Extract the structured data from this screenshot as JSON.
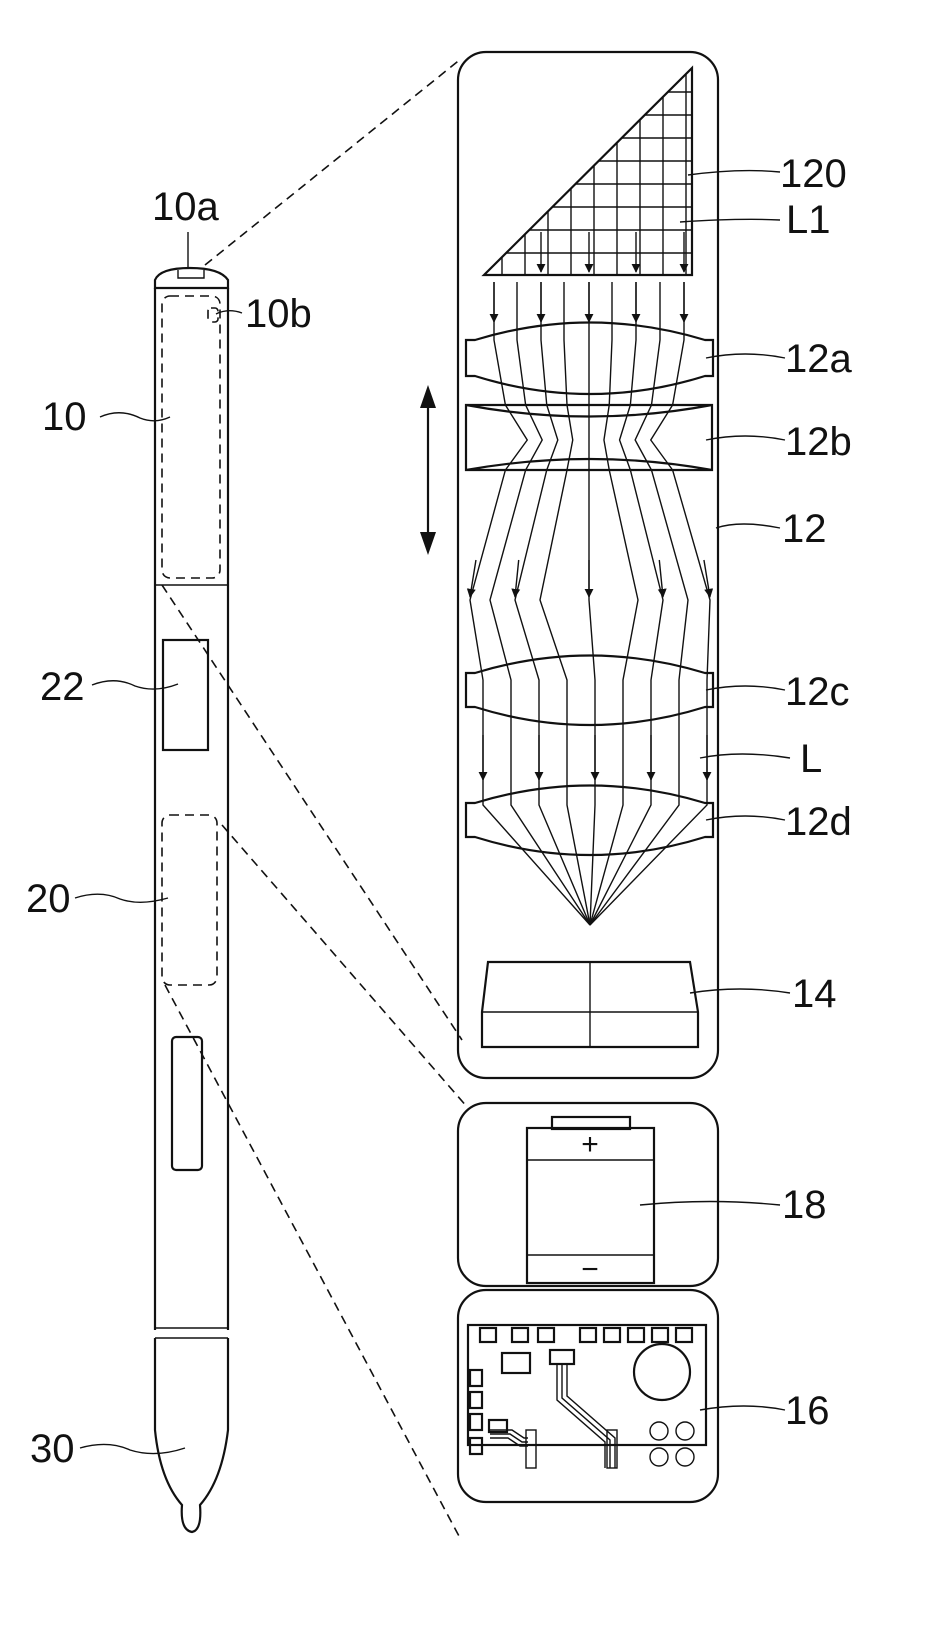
{
  "labels": {
    "pen_cap_top": "10a",
    "cap_sensor": "10b",
    "upper_module": "10",
    "window": "22",
    "middle_module": "20",
    "tip": "30",
    "image_sensor": "120",
    "light_ray": "L1",
    "lens_a": "12a",
    "lens_b": "12b",
    "lens_group": "12",
    "lens_c": "12c",
    "light": "L",
    "lens_d": "12d",
    "detector": "14",
    "battery": "18",
    "circuit_board": "16"
  },
  "battery_symbols": {
    "plus": "+",
    "minus": "−"
  },
  "icons": [
    "double-arrow-icon",
    "arrow-head-icon"
  ]
}
